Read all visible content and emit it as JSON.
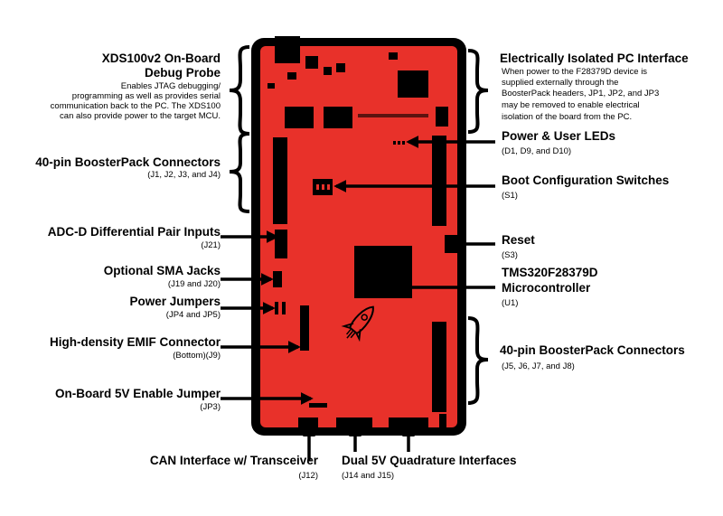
{
  "colors": {
    "board": "#e8312a",
    "outline": "#000000",
    "background": "#ffffff"
  },
  "callouts": {
    "xds_title_1": "XDS100v2 On-Board",
    "xds_title_2": "Debug Probe",
    "xds_desc_1": "Enables JTAG debugging/",
    "xds_desc_2": "programming as well as provides serial",
    "xds_desc_3": "communication back to the PC. The XDS100",
    "xds_desc_4": "can also provide power to the target MCU.",
    "bp_left_title": "40-pin BoosterPack Connectors",
    "bp_left_sub": "(J1, J2, J3, and J4)",
    "adc_title": "ADC-D Differential Pair Inputs",
    "adc_sub": "(J21)",
    "sma_title": "Optional SMA Jacks",
    "sma_sub": "(J19 and J20)",
    "pj_title": "Power Jumpers",
    "pj_sub": "(JP4 and JP5)",
    "emif_title": "High-density EMIF Connector",
    "emif_sub": "(Bottom)(J9)",
    "v5_title": "On-Board 5V Enable Jumper",
    "v5_sub": "(JP3)",
    "iso_title": "Electrically Isolated PC Interface",
    "iso_desc_1": "When power to the F28379D device is",
    "iso_desc_2": "supplied externally through the",
    "iso_desc_3": "BoosterPack headers, JP1, JP2, and JP3",
    "iso_desc_4": "may be removed to enable electrical",
    "iso_desc_5": "isolation of the board from the PC.",
    "leds_title": "Power & User LEDs",
    "leds_sub": "(D1, D9, and D10)",
    "boot_title": "Boot Configuration Switches",
    "boot_sub": "(S1)",
    "reset_title": "Reset",
    "reset_sub": "(S3)",
    "mcu_title_1": "TMS320F28379D",
    "mcu_title_2": "Microcontroller",
    "mcu_sub": "(U1)",
    "bp_right_title": "40-pin BoosterPack Connectors",
    "bp_right_sub": "(J5, J6, J7, and J8)",
    "can_title": "CAN Interface w/ Transceiver",
    "can_sub": "(J12)",
    "quad_title": "Dual 5V Quadrature Interfaces",
    "quad_sub": "(J14 and J15)"
  }
}
